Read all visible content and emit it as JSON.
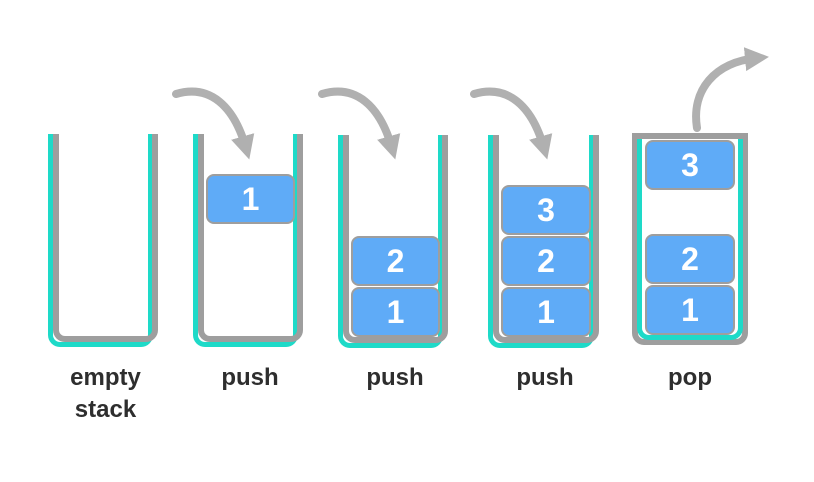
{
  "colors": {
    "background": "#ffffff",
    "vessel_teal": "#1edac8",
    "vessel_gray": "#9e9e9e",
    "block_fill": "#5fabf7",
    "block_border": "#9e9e9e",
    "block_text": "#ffffff",
    "arrow_gray": "#b0b0b0",
    "label_text": "#2e2e2e"
  },
  "vessels": [
    {
      "name": "empty-stack",
      "label": "empty stack",
      "blocks": []
    },
    {
      "name": "push-first",
      "label": "push",
      "blocks": [
        {
          "value": "1",
          "position": "falling-in"
        }
      ]
    },
    {
      "name": "push-second",
      "label": "push",
      "blocks": [
        {
          "value": "2",
          "position": "slot-1"
        },
        {
          "value": "1",
          "position": "slot-0"
        }
      ]
    },
    {
      "name": "push-third",
      "label": "push",
      "blocks": [
        {
          "value": "3",
          "position": "slot-2"
        },
        {
          "value": "2",
          "position": "slot-1"
        },
        {
          "value": "1",
          "position": "slot-0"
        }
      ]
    },
    {
      "name": "pop",
      "label": "pop",
      "blocks": [
        {
          "value": "3",
          "position": "at-rim-exiting"
        },
        {
          "value": "2",
          "position": "slot-1"
        },
        {
          "value": "1",
          "position": "slot-0"
        }
      ]
    }
  ],
  "arrows": [
    {
      "name": "push-arrow-1",
      "direction": "down-into-stack"
    },
    {
      "name": "push-arrow-2",
      "direction": "down-into-stack"
    },
    {
      "name": "push-arrow-3",
      "direction": "down-into-stack"
    },
    {
      "name": "pop-arrow",
      "direction": "up-out-of-stack"
    }
  ]
}
